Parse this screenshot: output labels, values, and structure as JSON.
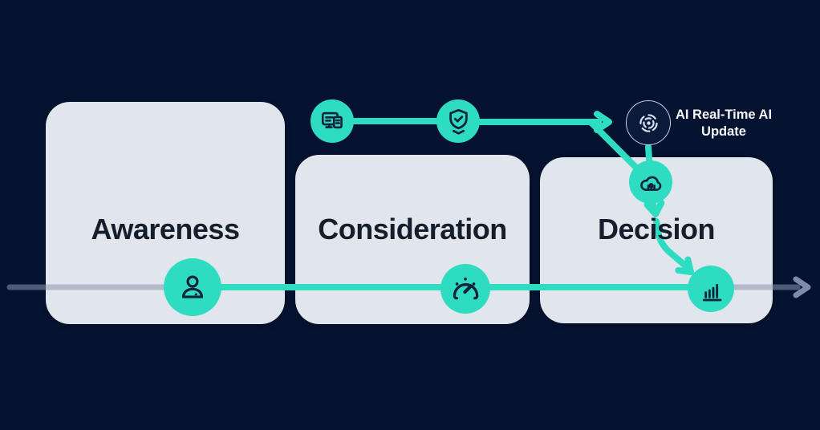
{
  "diagram": {
    "type": "marketing-funnel-flow",
    "stages": [
      {
        "label": "Awareness"
      },
      {
        "label": "Consideration"
      },
      {
        "label": "Decision"
      }
    ],
    "annotation": {
      "line1": "AI Real-Time AI",
      "line2": "Update",
      "full_text": "AI Real-Time AI Update"
    },
    "nodes": {
      "top_row": [
        {
          "icon": "ads-screens-icon"
        },
        {
          "icon": "shield-check-icon"
        },
        {
          "icon": "ai-pulse-icon",
          "annotation": "AI Real-Time AI Update"
        }
      ],
      "bottom_row": [
        {
          "icon": "user-icon",
          "stage": "Awareness"
        },
        {
          "icon": "gauge-icon",
          "stage": "Consideration"
        },
        {
          "icon": "cloud-data-icon",
          "stage": "Decision"
        },
        {
          "icon": "bar-chart-icon",
          "stage": "Decision"
        }
      ]
    },
    "flow": [
      "ads-screens-icon -> shield-check-icon -> right-arrow -> cloud-data-icon",
      "ai-pulse-icon -> cloud-data-icon",
      "cloud-data-icon -> down-arrow -> bar-chart-icon",
      "user-icon -> gauge-icon -> bar-chart-icon -> right-gray-arrow"
    ]
  },
  "colors": {
    "background": "#051331",
    "card": "#e1e6ec",
    "accent": "#2edcc2",
    "icon_stroke": "#0e2238",
    "arrow_gray": "#7d8ca8",
    "title_color": "#141e2c",
    "label_color": "#f5f7fb"
  }
}
